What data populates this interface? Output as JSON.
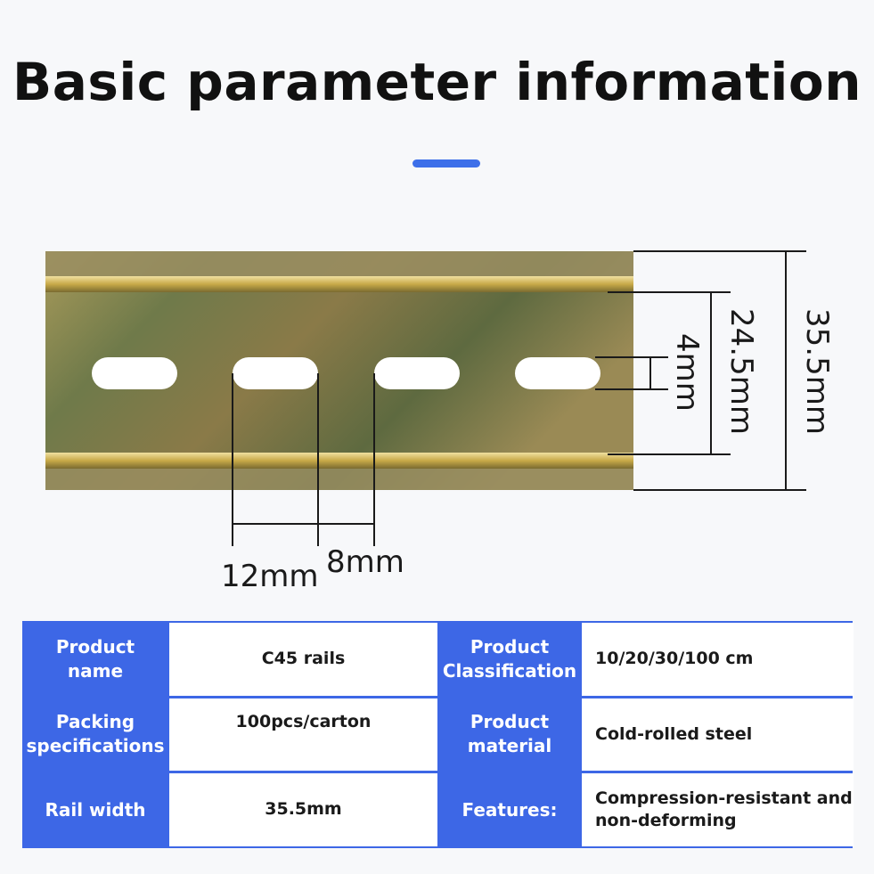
{
  "title": "Basic parameter information",
  "colors": {
    "accent": "#3d6fe9",
    "table_header": "#3d67e6"
  },
  "dimensions": {
    "rail_height": "35.5mm",
    "inner_height": "24.5mm",
    "slot_height": "4mm",
    "slot_length": "12mm",
    "slot_gap": "8mm"
  },
  "table": {
    "rows": [
      {
        "label1": "Product name",
        "value1": "C45 rails",
        "label2": "Product\nClassification",
        "value2": "10/20/30/100 cm"
      },
      {
        "label1": "Packing\nspecifications",
        "value1": "100pcs/carton",
        "label2": "Product\nmaterial",
        "value2": "Cold-rolled steel"
      },
      {
        "label1": "Rail width",
        "value1": "35.5mm",
        "label2": "Features:",
        "value2": "Compression-resistant and\nnon-deforming"
      }
    ]
  }
}
